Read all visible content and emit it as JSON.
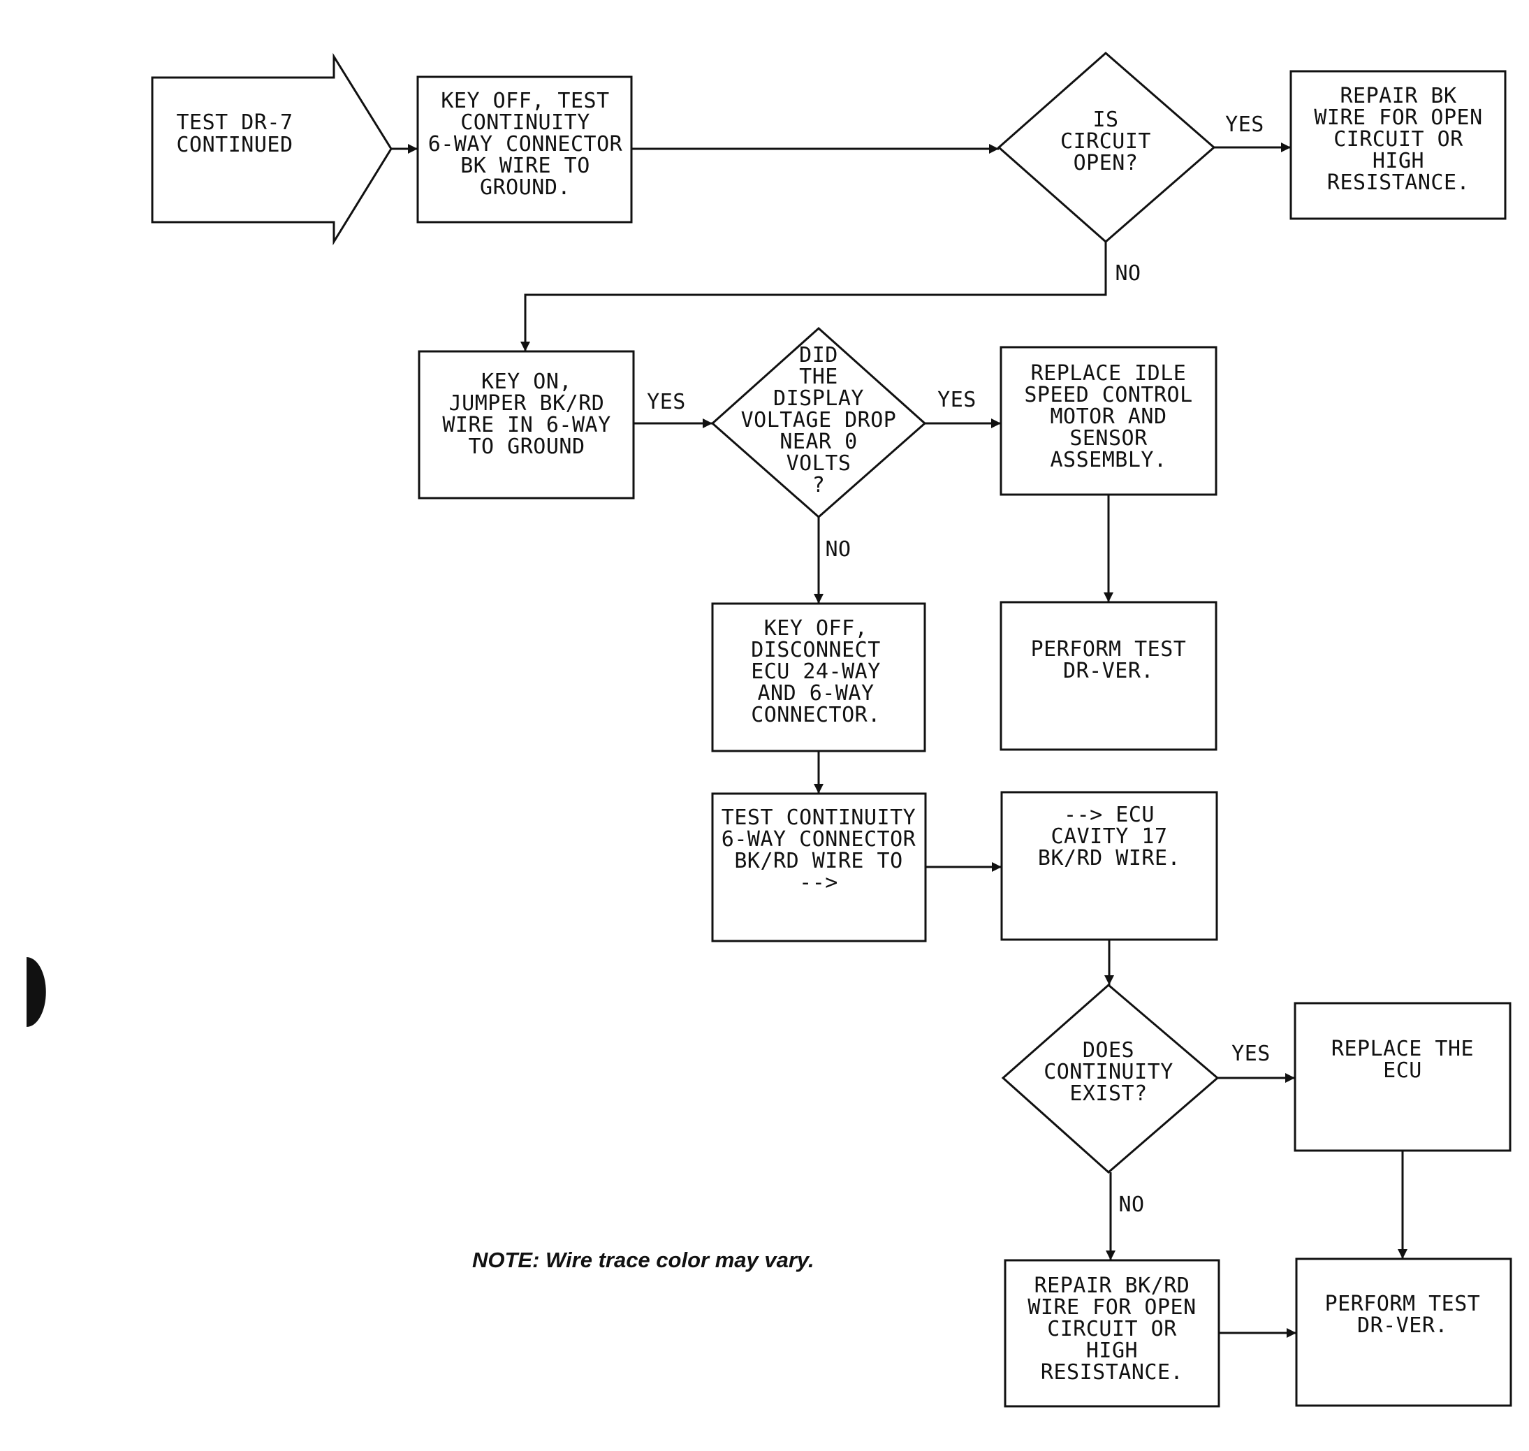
{
  "start": {
    "lines": [
      "TEST DR-7",
      "CONTINUED"
    ]
  },
  "box_key_off_test": {
    "lines": [
      "KEY OFF, TEST",
      "CONTINUITY",
      "6-WAY CONNECTOR",
      "BK WIRE TO",
      "GROUND."
    ]
  },
  "decision_circuit_open": {
    "lines": [
      "IS",
      "CIRCUIT",
      "OPEN?"
    ]
  },
  "box_repair_bk": {
    "lines": [
      "REPAIR BK",
      "WIRE FOR OPEN",
      "CIRCUIT OR",
      "HIGH",
      "RESISTANCE."
    ]
  },
  "box_key_on_jumper": {
    "lines": [
      "KEY ON,",
      "JUMPER BK/RD",
      "WIRE IN 6-WAY",
      "TO GROUND"
    ]
  },
  "decision_voltage_drop": {
    "lines": [
      "DID",
      "THE",
      "DISPLAY",
      "VOLTAGE DROP",
      "NEAR 0",
      "VOLTS",
      "?"
    ]
  },
  "box_replace_idle": {
    "lines": [
      "REPLACE IDLE",
      "SPEED CONTROL",
      "MOTOR AND",
      "SENSOR",
      "ASSEMBLY."
    ]
  },
  "box_perform_ver_1": {
    "lines": [
      "PERFORM TEST",
      "DR-VER."
    ]
  },
  "box_disconnect_ecu": {
    "lines": [
      "KEY OFF,",
      "DISCONNECT",
      "ECU 24-WAY",
      "AND 6-WAY",
      "CONNECTOR."
    ]
  },
  "box_test_continuity_bkrd": {
    "lines": [
      "TEST CONTINUITY",
      "6-WAY CONNECTOR",
      "BK/RD WIRE TO",
      "-->"
    ]
  },
  "box_ecu_cavity": {
    "lines": [
      "--> ECU",
      "CAVITY 17",
      "BK/RD WIRE."
    ]
  },
  "decision_continuity_exist": {
    "lines": [
      "DOES",
      "CONTINUITY",
      "EXIST?"
    ]
  },
  "box_replace_ecu": {
    "lines": [
      "REPLACE THE",
      "ECU"
    ]
  },
  "box_repair_bkrd": {
    "lines": [
      "REPAIR BK/RD",
      "WIRE FOR OPEN",
      "CIRCUIT OR",
      "HIGH",
      "RESISTANCE."
    ]
  },
  "box_perform_ver_2": {
    "lines": [
      "PERFORM TEST",
      "DR-VER."
    ]
  },
  "labels": {
    "yes_circuit_open": "YES",
    "no_circuit_open": "NO",
    "yes_jumper": "YES",
    "yes_voltage_drop": "YES",
    "no_voltage_drop": "NO",
    "yes_continuity": "YES",
    "no_continuity": "NO"
  },
  "note": "NOTE: Wire trace color may vary."
}
